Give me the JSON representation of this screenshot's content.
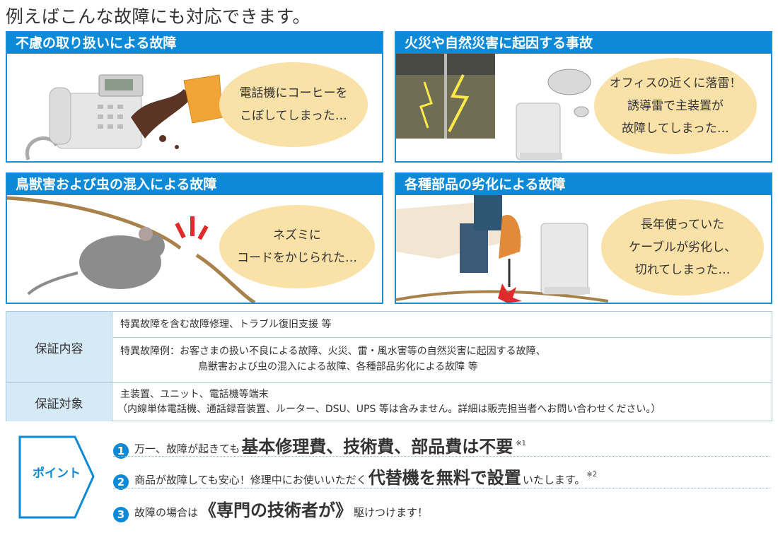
{
  "heading": "例えばこんな故障にも対応できます。",
  "panels": [
    {
      "title": "不慮の取り扱いによる故障",
      "bubble": [
        "電話機にコーヒーを",
        "こぼしてしまった…"
      ]
    },
    {
      "title": "火災や自然災害に起因する事故",
      "bubble": [
        "オフィスの近くに落雷！",
        "誘導雷で主装置が",
        "故障してしまった…"
      ]
    },
    {
      "title": "鳥獣害および虫の混入による故障",
      "bubble": [
        "ネズミに",
        "コードをかじられた…"
      ]
    },
    {
      "title": "各種部品の劣化による故障",
      "bubble": [
        "長年使っていた",
        "ケーブルが劣化し、",
        "切れてしまった…"
      ]
    }
  ],
  "warranty": {
    "content_header": "保証内容",
    "content_row1": "特異故障を含む故障修理、トラブル復旧支援 等",
    "content_row2_line1": "特異故障例：お客さまの扱い不良による故障、火災、雷・風水害等の自然災害に起因する故障、",
    "content_row2_line2": "鳥獣害および虫の混入による故障、各種部品劣化による故障 等",
    "target_header": "保証対象",
    "target_line1": "主装置、ユニット、電話機等端末",
    "target_line2": "（内線単体電話機、通話録音装置、ルーター、DSU、UPS 等は含みません。詳細は販売担当者へお問い合わせください。）"
  },
  "points": {
    "label": "ポイント",
    "items": [
      {
        "num": "1",
        "pre": "万一、故障が起きても",
        "big": "基本修理費、技術費、部品費は不要",
        "post": "",
        "note": "※1"
      },
      {
        "num": "2",
        "pre": "商品が故障しても安心！修理中にお使いいただく",
        "big": "代替機を無料で設置",
        "post": "いたします。",
        "note": "※2"
      },
      {
        "num": "3",
        "pre": "故障の場合は",
        "big": "《専門の技術者が》",
        "post": "駆けつけます！",
        "note": ""
      }
    ]
  },
  "colors": {
    "accent": "#0c8ad8",
    "bubble": "#fae1a8",
    "table_header": "#d6e9f6"
  }
}
